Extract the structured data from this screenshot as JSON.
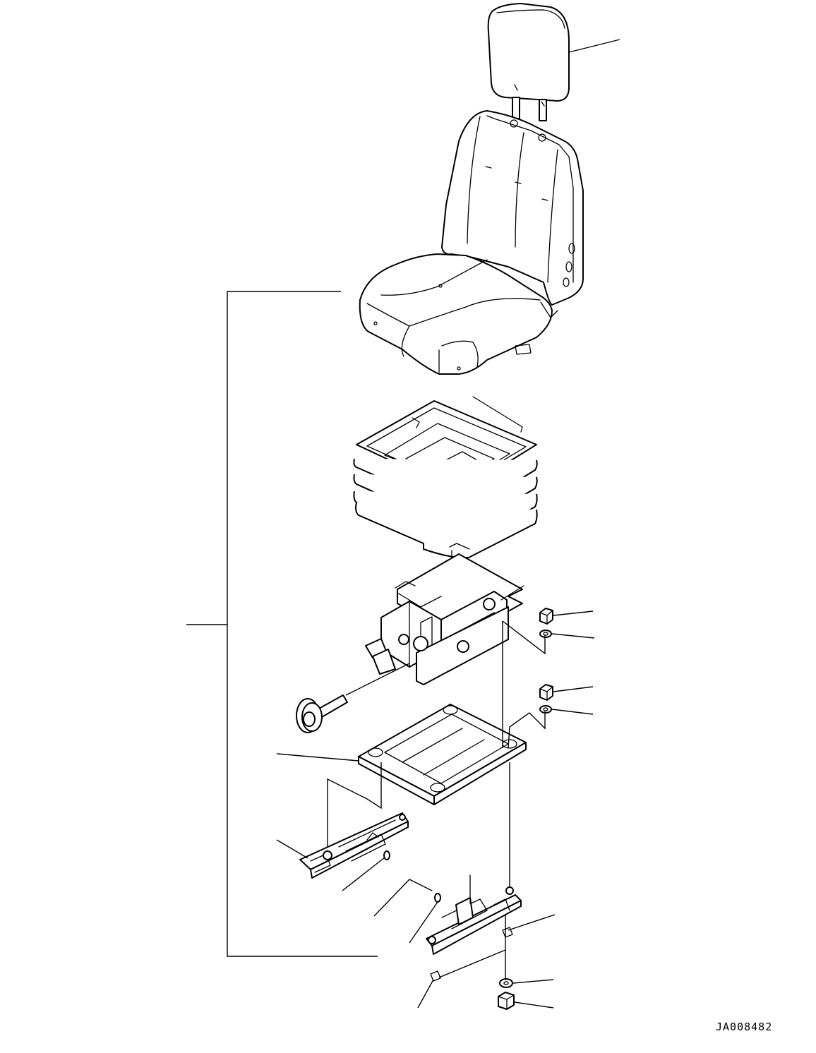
{
  "drawing": {
    "id": "JA008482",
    "components": [
      {
        "name": "headrest",
        "icon": "headrest-icon"
      },
      {
        "name": "seat-cushion-backrest",
        "icon": "seat-icon"
      },
      {
        "name": "bellows-cover",
        "icon": "bellows-icon"
      },
      {
        "name": "suspension",
        "icon": "suspension-icon"
      },
      {
        "name": "knob",
        "icon": "knob-icon"
      },
      {
        "name": "mounting-plate",
        "icon": "plate-icon"
      },
      {
        "name": "slide-rail-left",
        "icon": "rail-icon"
      },
      {
        "name": "slide-rail-right",
        "icon": "rail-icon"
      },
      {
        "name": "nut",
        "icon": "nut-icon"
      },
      {
        "name": "washer",
        "icon": "washer-icon"
      }
    ]
  }
}
